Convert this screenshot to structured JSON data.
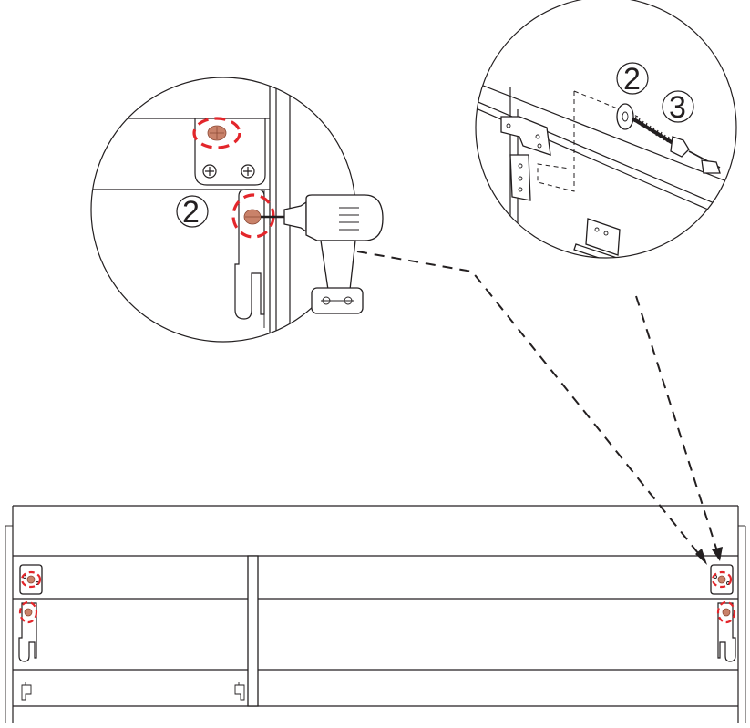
{
  "detail_left": {
    "callout_number": "2"
  },
  "detail_right": {
    "callout_number_washer": "2",
    "callout_number_bolt": "3"
  },
  "colors": {
    "line": "#231f20",
    "marker_red": "#e3262b",
    "cam_fill": "#c9826a"
  }
}
